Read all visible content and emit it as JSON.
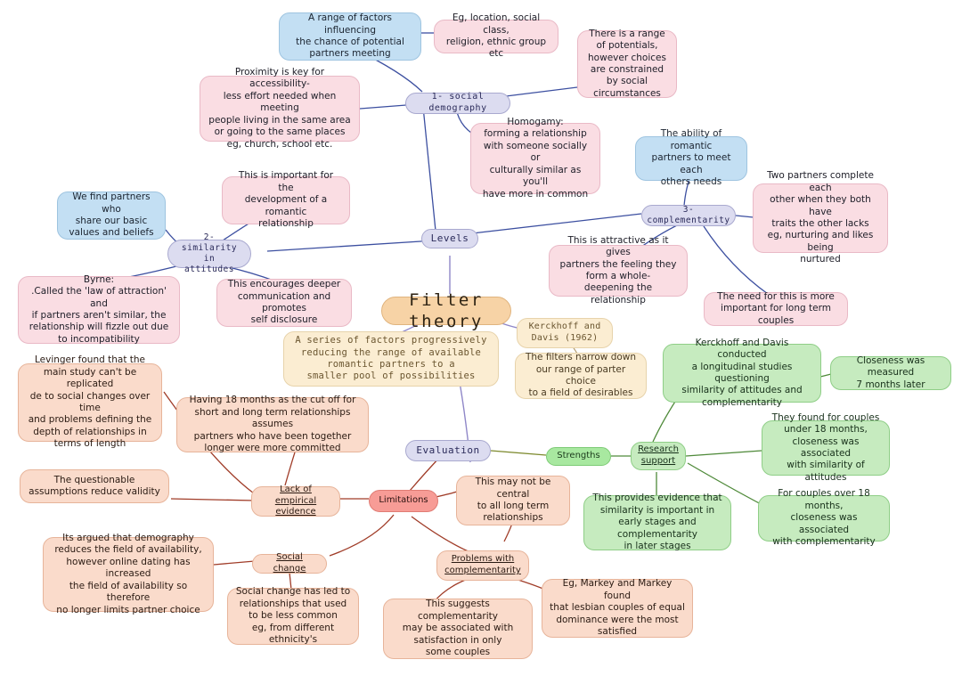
{
  "map": {
    "title": "Filter theory",
    "central": {
      "label": "Filter theory",
      "definition": "A series of factors progressively\nreducing the range of available\nromantic partners to a\nsmaller pool of possibilities"
    },
    "branches": {
      "levels": {
        "label": "Levels",
        "children": [
          {
            "label": "1- social demography",
            "notes": [
              "A range of factors influencing\nthe chance of potential\npartners meeting",
              "Eg, location, social class,\nreligion, ethnic group etc",
              "There is a range\nof potentials,\nhowever choices\nare constrained\nby social circumstances",
              "Proximity is key for accessibility-\nless effort needed when meeting\npeople living in the same area\nor going to the same places\neg, church, school etc.",
              "Homogamy:\nforming a relationship\nwith someone socially or\nculturally similar as you'll\nhave more in common"
            ]
          },
          {
            "label": "2- similarity in\nattitudes",
            "notes": [
              "We find partners who\nshare our basic\nvalues and beliefs",
              "This is important for the\ndevelopment of a romantic\nrelationship",
              "Byrne:\n.Called the 'law of attraction' and\nif partners aren't similar, the\nrelationship will fizzle out due\nto incompatibility",
              "This encourages deeper\ncommunication and promotes\nself disclosure"
            ]
          },
          {
            "label": "3- complementarity",
            "notes": [
              "The ability of romantic\npartners to meet each\nothers needs",
              "Two partners complete each\nother when they both have\ntraits the other lacks\neg, nurturing and likes being\nnurtured",
              "This is attractive as it gives\npartners the feeling they\nform a whole-\ndeepening the relationship",
              "The need for this is more\nimportant for long term couples"
            ]
          }
        ]
      },
      "kerckhoff": {
        "label": "Kerckhoff and\nDavis (1962)",
        "note": "The filters narrow down\nour range of parter choice\nto a field of desirables"
      },
      "evaluation": {
        "label": "Evaluation",
        "strengths": {
          "label": "Strengths",
          "children": [
            {
              "label": "Research\nsupport",
              "notes": [
                "Kerckhoff and Davis conducted\na longitudinal studies questioning\nsimilarity of attitudes and\ncomplementarity",
                "Closeness was measured\n7 months later",
                "They found for couples\nunder 18 months,\ncloseness was associated\nwith similarity of attitudes",
                "For couples over 18 months,\ncloseness was associated\nwith complementarity",
                "This provides evidence that\nsimilarity is important in\nearly stages and complementarity\nin later stages"
              ]
            }
          ]
        },
        "limitations": {
          "label": "Limitations",
          "children": [
            {
              "label": "Lack of empirical\nevidence",
              "notes": [
                "Levinger found that the\nmain study can't be replicated\nde to social changes over time\nand problems defining the\ndepth of relationships in\nterms of length",
                "Having 18 months as the cut off for\nshort and long term relationships assumes\npartners who have been together\nlonger were more committed",
                "The questionable\nassumptions reduce validity"
              ]
            },
            {
              "label": "Social change",
              "notes": [
                "Its argued that demography\nreduces the field of availability,\nhowever online dating has increased\nthe field of availability so therefore\nno longer limits partner choice",
                "Social change has led to\nrelationships that used\nto be less common\neg, from different ethnicity's"
              ]
            },
            {
              "label": "Problems with\ncomplementarity",
              "notes": [
                "This suggests complementarity\nmay be associated with\nsatisfaction in only\nsome couples",
                "Eg, Markey and Markey found\nthat lesbian couples of equal\ndominance were the most\nsatisfied"
              ]
            }
          ],
          "loose_note": "This may not be central\nto all long term\nrelationships"
        }
      }
    },
    "colors": {
      "pink": "#fadde3",
      "blue": "#c3dff3",
      "lilac": "#dcdcf0",
      "salmon": "#fadbcb",
      "green": "#c6ebbf",
      "orange": "#f7d3a6",
      "cream": "#fbedd2",
      "coral": "#f79c96",
      "light_green": "#a8e8a0",
      "link_blue": "#3c4fa0",
      "link_green": "#4f8a3a",
      "link_red": "#a03c28",
      "link_lilac": "#8f87c8"
    }
  }
}
